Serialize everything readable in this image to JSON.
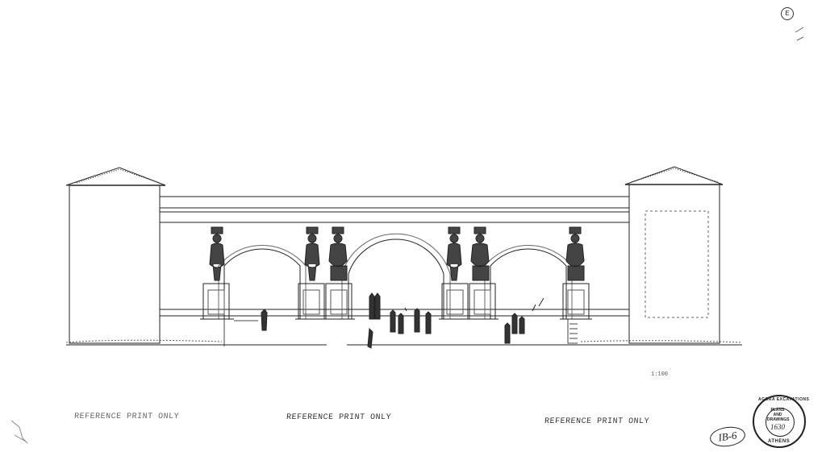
{
  "labels": {
    "reference_print": "REFERENCE PRINT ONLY",
    "drawing_number": "IB-6",
    "sheet_mark": "E",
    "scale_note": "1:100"
  },
  "archive_stamp": {
    "ring_top": "AGORA EXCAVATIONS",
    "center_line1": "PLANS",
    "center_line2": "AND",
    "center_line3": "DRAWINGS",
    "number": "1630",
    "ring_bottom": "ATHENS"
  },
  "colors": {
    "ink": "#222222",
    "paper": "#ffffff"
  }
}
